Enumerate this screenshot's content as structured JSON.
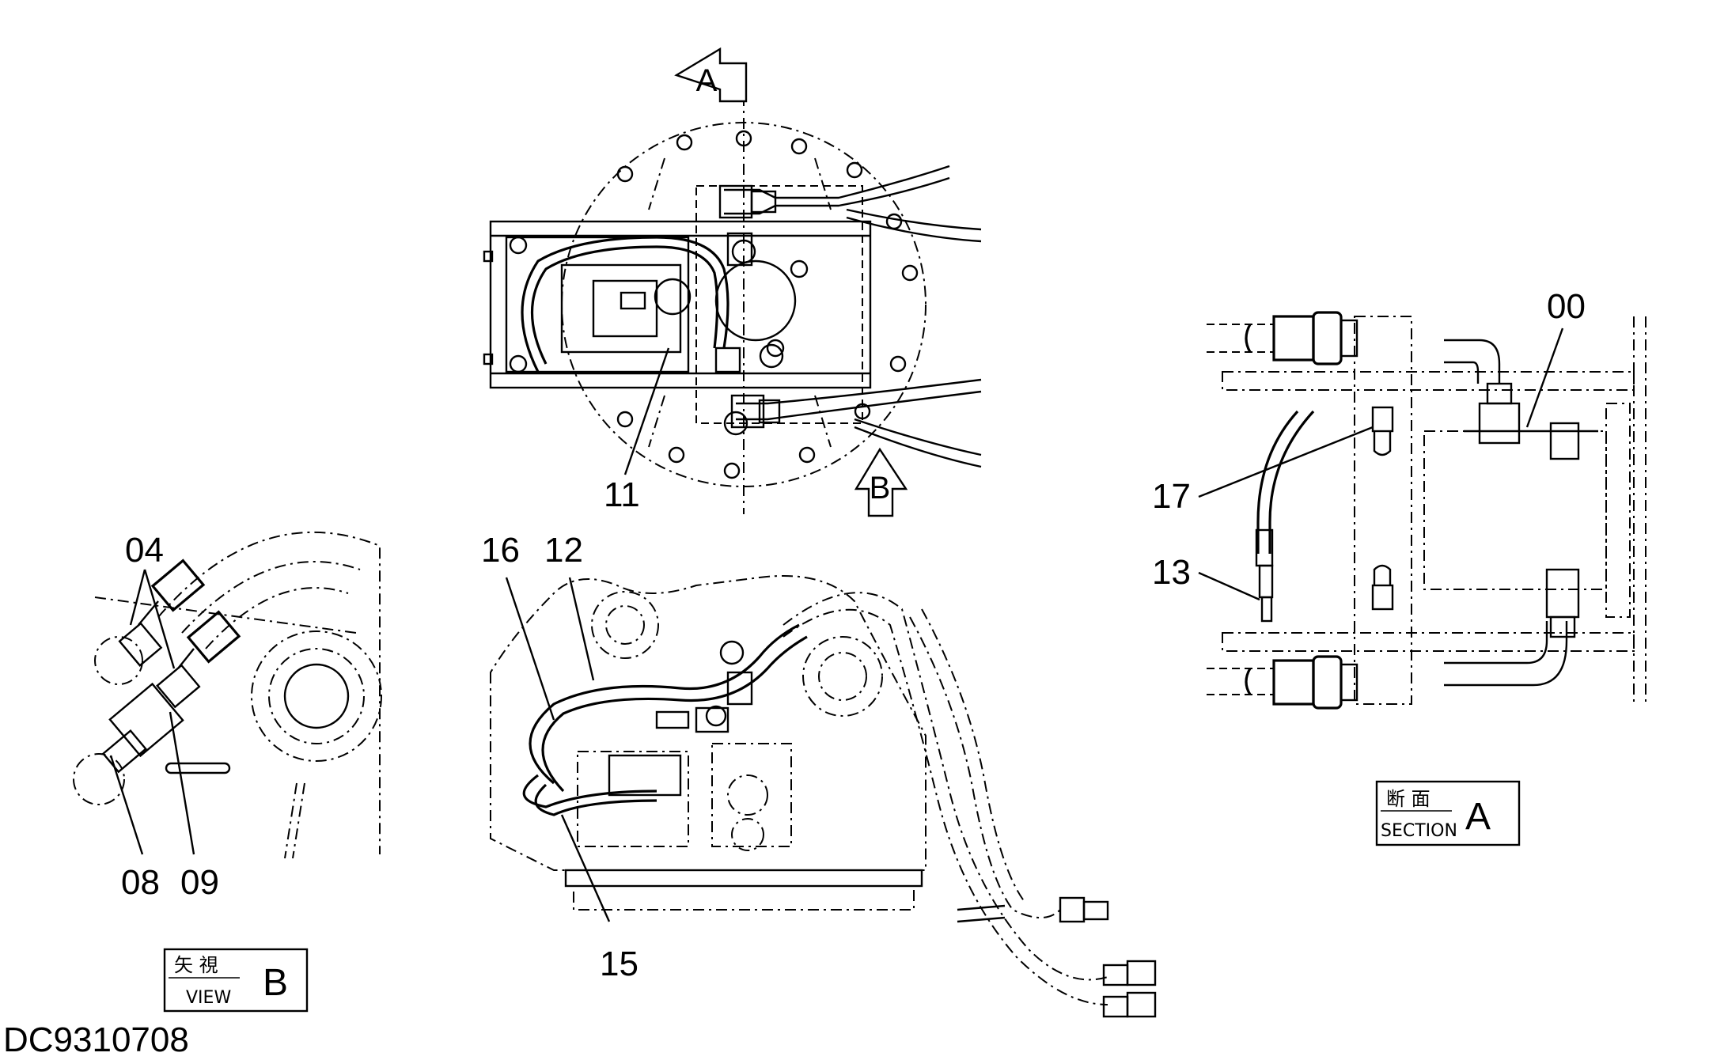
{
  "document_id": "DC9310708",
  "view_arrows": {
    "a": "A",
    "b": "B"
  },
  "callouts": {
    "c00": "00",
    "c04": "04",
    "c08": "08",
    "c09": "09",
    "c11": "11",
    "c12": "12",
    "c13": "13",
    "c15": "15",
    "c16": "16",
    "c17": "17"
  },
  "section_tag": {
    "jp": "断 面",
    "en": "SECTION",
    "letter": "A"
  },
  "view_tag": {
    "jp": "矢 視",
    "en": "VIEW",
    "letter": "B"
  }
}
